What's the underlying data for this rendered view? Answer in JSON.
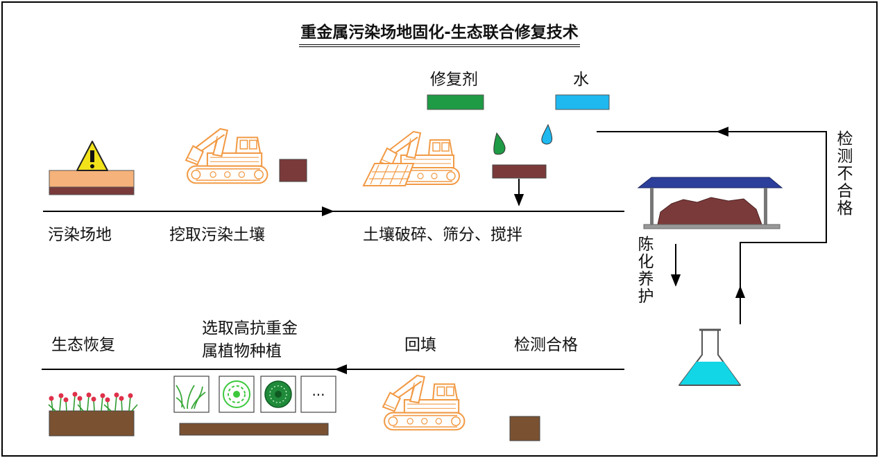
{
  "title": "重金属污染场地固化-生态联合修复技术",
  "inputs": {
    "agent": {
      "label": "修复剂",
      "color": "#1f9a45"
    },
    "water": {
      "label": "水",
      "color": "#1fb8ef"
    }
  },
  "steps_top": [
    "污染场地",
    "挖取污染土壤",
    "土壤破碎、筛分、搅拌"
  ],
  "curing_label": "陈化养护",
  "retest_fail_label": "检测不合格",
  "steps_bottom": {
    "test_pass": "检测合格",
    "backfill": "回填",
    "plant_line1": "选取高抗重金",
    "plant_line2": "属植物种植",
    "restoration": "生态恢复",
    "more_symbol": "···"
  },
  "colors": {
    "excavator": "#f29a45",
    "soil": "#7b3a3a",
    "soil_brown": "#7a5232",
    "roof": "#2b3f9b",
    "site_top": "#f5b27a",
    "warning": "#f2e21a",
    "flask_liquid": "#12d6e6"
  }
}
